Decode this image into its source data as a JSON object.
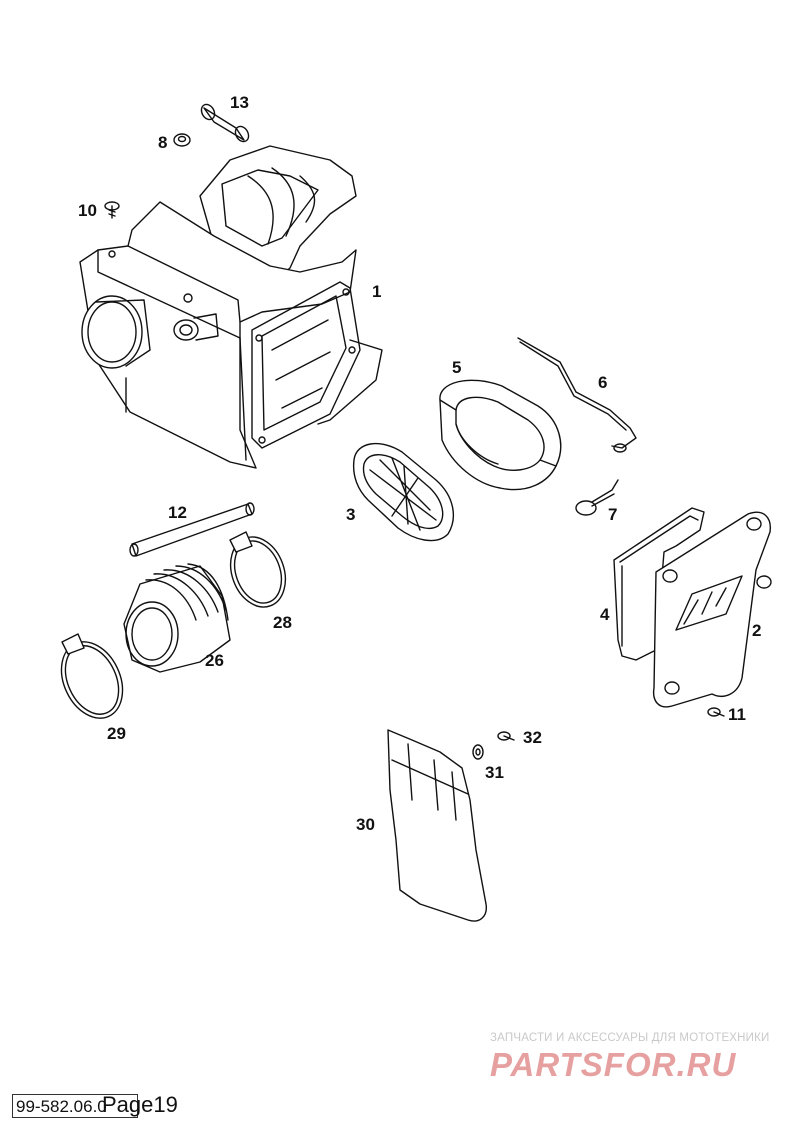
{
  "callouts": {
    "c1": "1",
    "c2": "2",
    "c3": "3",
    "c4": "4",
    "c5": "5",
    "c6": "6",
    "c7": "7",
    "c8": "8",
    "c10": "10",
    "c11": "11",
    "c12": "12",
    "c13": "13",
    "c26": "26",
    "c28": "28",
    "c29": "29",
    "c30": "30",
    "c31": "31",
    "c32": "32"
  },
  "watermark": {
    "top_text": "ЗАПЧАСТИ И АКСЕССУАРЫ ДЛЯ МОТОТЕХНИКИ",
    "logo_text": "PARTSFOR.RU"
  },
  "footer": {
    "doc_code": "99-582.06.0",
    "page_label": "Page19"
  },
  "colors": {
    "line": "#111111",
    "watermark_logo": "#e6a0a0",
    "watermark_text": "#c9c9c9"
  }
}
